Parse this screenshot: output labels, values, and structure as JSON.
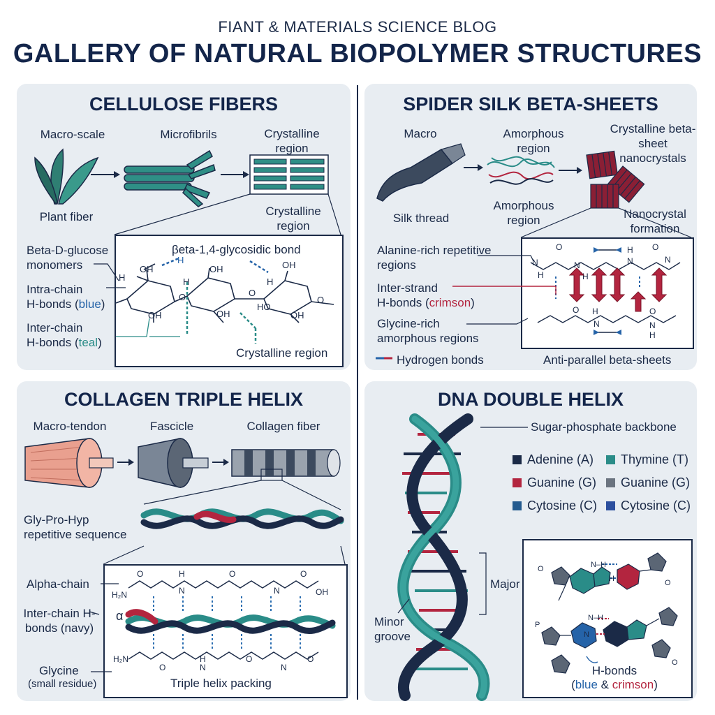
{
  "header": {
    "blog": "FIANT & MATERIALS SCIENCE BLOG",
    "title": "GALLERY OF NATURAL BIOPOLYMER STRUCTURES"
  },
  "colors": {
    "navy": "#1b2a47",
    "teal": "#2a8c88",
    "crimson": "#b3253f",
    "blue": "#2563a8",
    "panel": "#e8edf2"
  },
  "cellulose": {
    "title": "CELLULOSE FIBERS",
    "macro": "Macro-scale",
    "micro": "Microfibrils",
    "crystalline_top": "Crystalline region",
    "plant": "Plant fiber",
    "crystalline_mid": "Crystalline region",
    "monomers": "Beta-D-glucose monomers",
    "bond": "βeta-1,4-glycosidic bond",
    "intra": "Intra-chain",
    "intra_h": "H-bonds (",
    "intra_color": "blue",
    "inter": "Inter-chain",
    "inter_h": "H-bonds (",
    "inter_color": "teal",
    "crystalline_bottom": "Crystalline region"
  },
  "silk": {
    "title": "SPIDER SILK BETA-SHEETS",
    "macro": "Macro",
    "amorphous_top": "Amorphous region",
    "crystalline": "Crystalline beta-sheet nanocrystals",
    "thread": "Silk thread",
    "amorphous_mid": "Amorphous region",
    "nanocrystal": "Nanocrystal formation",
    "alanine": "Alanine-rich repetitive regions",
    "inter": "Inter-strand",
    "inter_h": "H-bonds (",
    "inter_color": "crimson",
    "glycine": "Glycine-rich amorphous regions",
    "hbonds_legend": "Hydrogen bonds",
    "antiparallel": "Anti-parallel beta-sheets"
  },
  "collagen": {
    "title": "COLLAGEN TRIPLE HELIX",
    "tendon": "Macro-tendon",
    "fascicle": "Fascicle",
    "fiber": "Collagen fiber",
    "sequence": "Gly-Pro-Hyp repetitive sequence",
    "alpha": "Alpha-chain",
    "alpha_symbol": "α",
    "inter": "Inter-chain H-bonds (navy)",
    "glycine": "Glycine",
    "glycine_note": "(small residue)",
    "packing": "Triple helix packing"
  },
  "dna": {
    "title": "DNA DOUBLE HELIX",
    "backbone": "Sugar-phosphate backbone",
    "legend": [
      {
        "label": "Adenine (A)",
        "color": "#1b2a47"
      },
      {
        "label": "Thymine (T)",
        "color": "#2a8c88"
      },
      {
        "label": "Guanine (G)",
        "color": "#b3253f"
      },
      {
        "label": "Guanine (G)",
        "color": "#6b7480"
      },
      {
        "label": "Cytosine (C)",
        "color": "#245b8f"
      },
      {
        "label": "Cytosine (C)",
        "color": "#2c4f9e"
      }
    ],
    "major": "Major",
    "minor": "Minor groove",
    "hbonds": "H-bonds",
    "hbonds_open": "(",
    "hbonds_blue": "blue",
    "hbonds_amp": " & ",
    "hbonds_crimson": "crimson",
    "hbonds_close": ")"
  }
}
